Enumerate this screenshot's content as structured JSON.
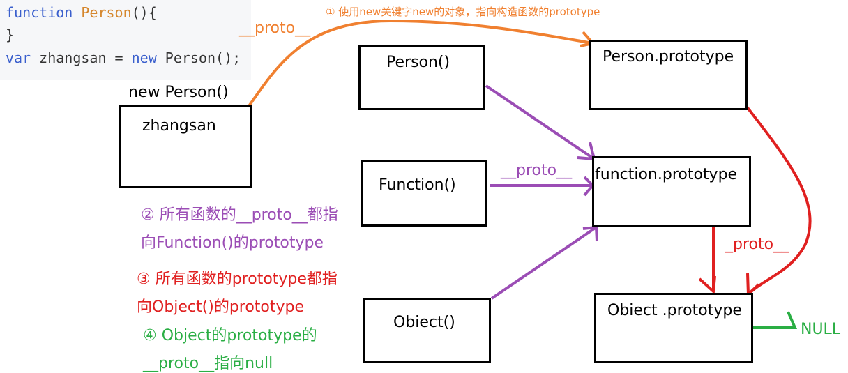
{
  "code": {
    "line1": {
      "kw": "function",
      "name": "Person",
      "rest": "(){"
    },
    "line2": "}",
    "line3": {
      "kw": "var",
      "mid": " zhangsan = ",
      "kw2": "new",
      "rest": " Person();"
    }
  },
  "boxes": {
    "new_person_caption": "new Person()",
    "zhangsan": "zhangsan",
    "person": "Person()",
    "person_prototype": "Person.prototype",
    "function": "Function()",
    "function_prototype": "function.prototype",
    "object": "Obiect()",
    "object_prototype": "Obiect .prototype"
  },
  "edge_labels": {
    "orange_proto": "__proto__",
    "purple_proto": "__proto__",
    "red_proto": "_proto__",
    "null": "NULL"
  },
  "notes": {
    "n1": "① 使用new关键字new的对象，指向构造函数的prototype",
    "n2_line1": "② 所有函数的__proto__都指",
    "n2_line2": "向Function()的prototype",
    "n3_line1": "③ 所有函数的prototype都指",
    "n3_line2": "向Object()的prototype",
    "n4_line1": "④ Object的prototype的",
    "n4_line2": "__proto__指向null"
  },
  "colors": {
    "orange": "#f08030",
    "purple": "#9b4db5",
    "red": "#e02020",
    "green": "#2aae44"
  }
}
